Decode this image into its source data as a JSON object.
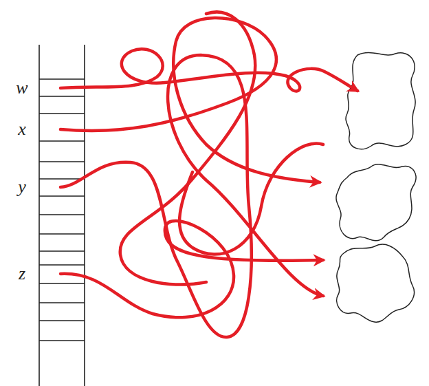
{
  "diagram": {
    "labels": [
      "w",
      "x",
      "y",
      "z"
    ]
  }
}
